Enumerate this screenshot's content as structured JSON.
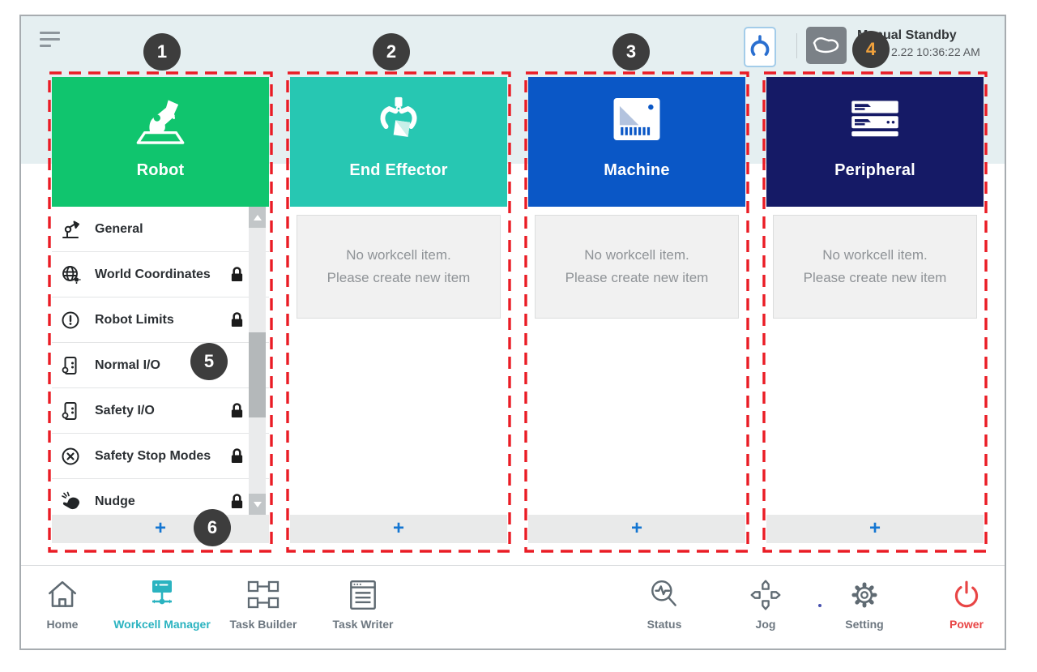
{
  "header": {
    "menu_icon": "hamburger",
    "robot_mode_icon": "robot-gripper",
    "hand_guide_icon": "hand",
    "status_title": "Manual Standby",
    "status_datetime": "2.22 10:36:22 AM"
  },
  "badges": {
    "b1": "1",
    "b2": "2",
    "b3": "3",
    "b4": "4",
    "b5": "5",
    "b6": "6"
  },
  "empty_state": {
    "line1": "No workcell item.",
    "line2": "Please create new item"
  },
  "columns": [
    {
      "title": "Robot",
      "header_color": "#10c56e",
      "icon": "robot-arm",
      "add_label": "+",
      "items": [
        {
          "label": "General",
          "icon": "robot-arm-small",
          "locked": false
        },
        {
          "label": "World Coordinates",
          "icon": "globe",
          "locked": true
        },
        {
          "label": "Robot Limits",
          "icon": "circle-exclamation",
          "locked": true
        },
        {
          "label": "Normal I/O",
          "icon": "io-port",
          "locked": false
        },
        {
          "label": "Safety I/O",
          "icon": "io-port",
          "locked": true
        },
        {
          "label": "Safety Stop Modes",
          "icon": "circle-x",
          "locked": true
        },
        {
          "label": "Nudge",
          "icon": "hand-tap",
          "locked": true
        }
      ]
    },
    {
      "title": "End Effector",
      "header_color": "#27c7b2",
      "icon": "gripper",
      "add_label": "+"
    },
    {
      "title": "Machine",
      "header_color": "#0a57c6",
      "icon": "machine",
      "add_label": "+"
    },
    {
      "title": "Peripheral",
      "header_color": "#151a66",
      "icon": "peripheral",
      "add_label": "+"
    }
  ],
  "nav": {
    "home": "Home",
    "workcell_manager": "Workcell Manager",
    "task_builder": "Task Builder",
    "task_writer": "Task Writer",
    "status": "Status",
    "jog": "Jog",
    "setting": "Setting",
    "power": "Power"
  },
  "colors": {
    "annotation_dashed": "#ea1c25",
    "active_nav": "#2ab3c0",
    "power_red": "#e84545",
    "add_plus_blue": "#1476d2",
    "top_band": "#e5eff1",
    "badge_bg": "#3d3d3d"
  }
}
